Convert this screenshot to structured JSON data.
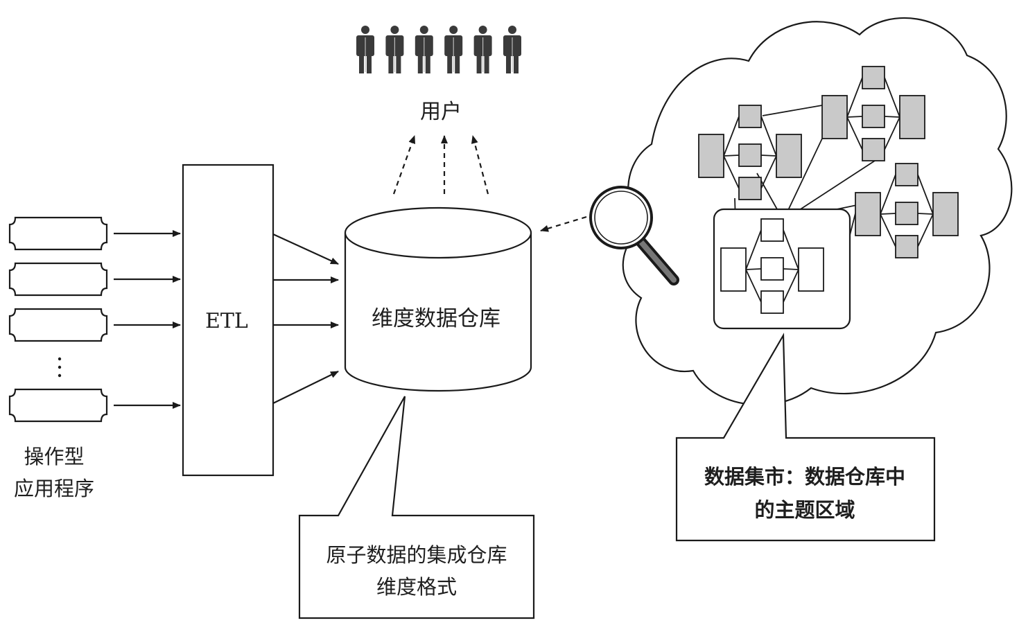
{
  "labels": {
    "users": "用户",
    "etl": "ETL",
    "dimensional_dw": "维度数据仓库",
    "operational_apps_line1": "操作型",
    "operational_apps_line2": "应用程序",
    "callout_dw_line1": "原子数据的集成仓库",
    "callout_dw_line2": "维度格式",
    "callout_datamart_line1": "数据集市：数据仓库中",
    "callout_datamart_line2": "的主题区域"
  },
  "source_rows": 4,
  "ellipsis": "⋮",
  "user_count": 6,
  "colors": {
    "stroke": "#1a1a1a",
    "block_fill": "#c9c9c9",
    "highlight_block_fill": "#ffffff",
    "cloud_fill": "#ffffff"
  }
}
